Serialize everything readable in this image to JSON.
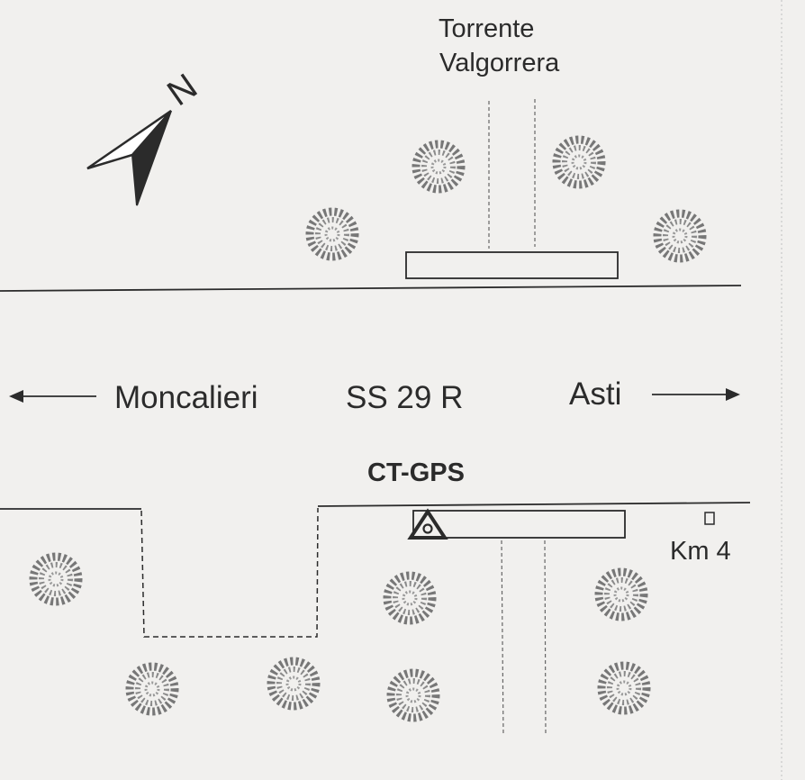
{
  "map": {
    "north_letter": "N",
    "river": {
      "line1": "Torrente",
      "line2": "Valgorrera"
    },
    "road": {
      "name": "SS 29 R",
      "left_dest": "Moncalieri",
      "right_dest": "Asti"
    },
    "station": {
      "name": "CT-GPS",
      "symbol": "triangle-station-icon"
    },
    "km_marker": "Km 4",
    "tree_icon": "tree-icon",
    "colors": {
      "ink": "#2b2b2b",
      "paper": "#f1f0ee",
      "tree": "#7a7a7a"
    }
  }
}
